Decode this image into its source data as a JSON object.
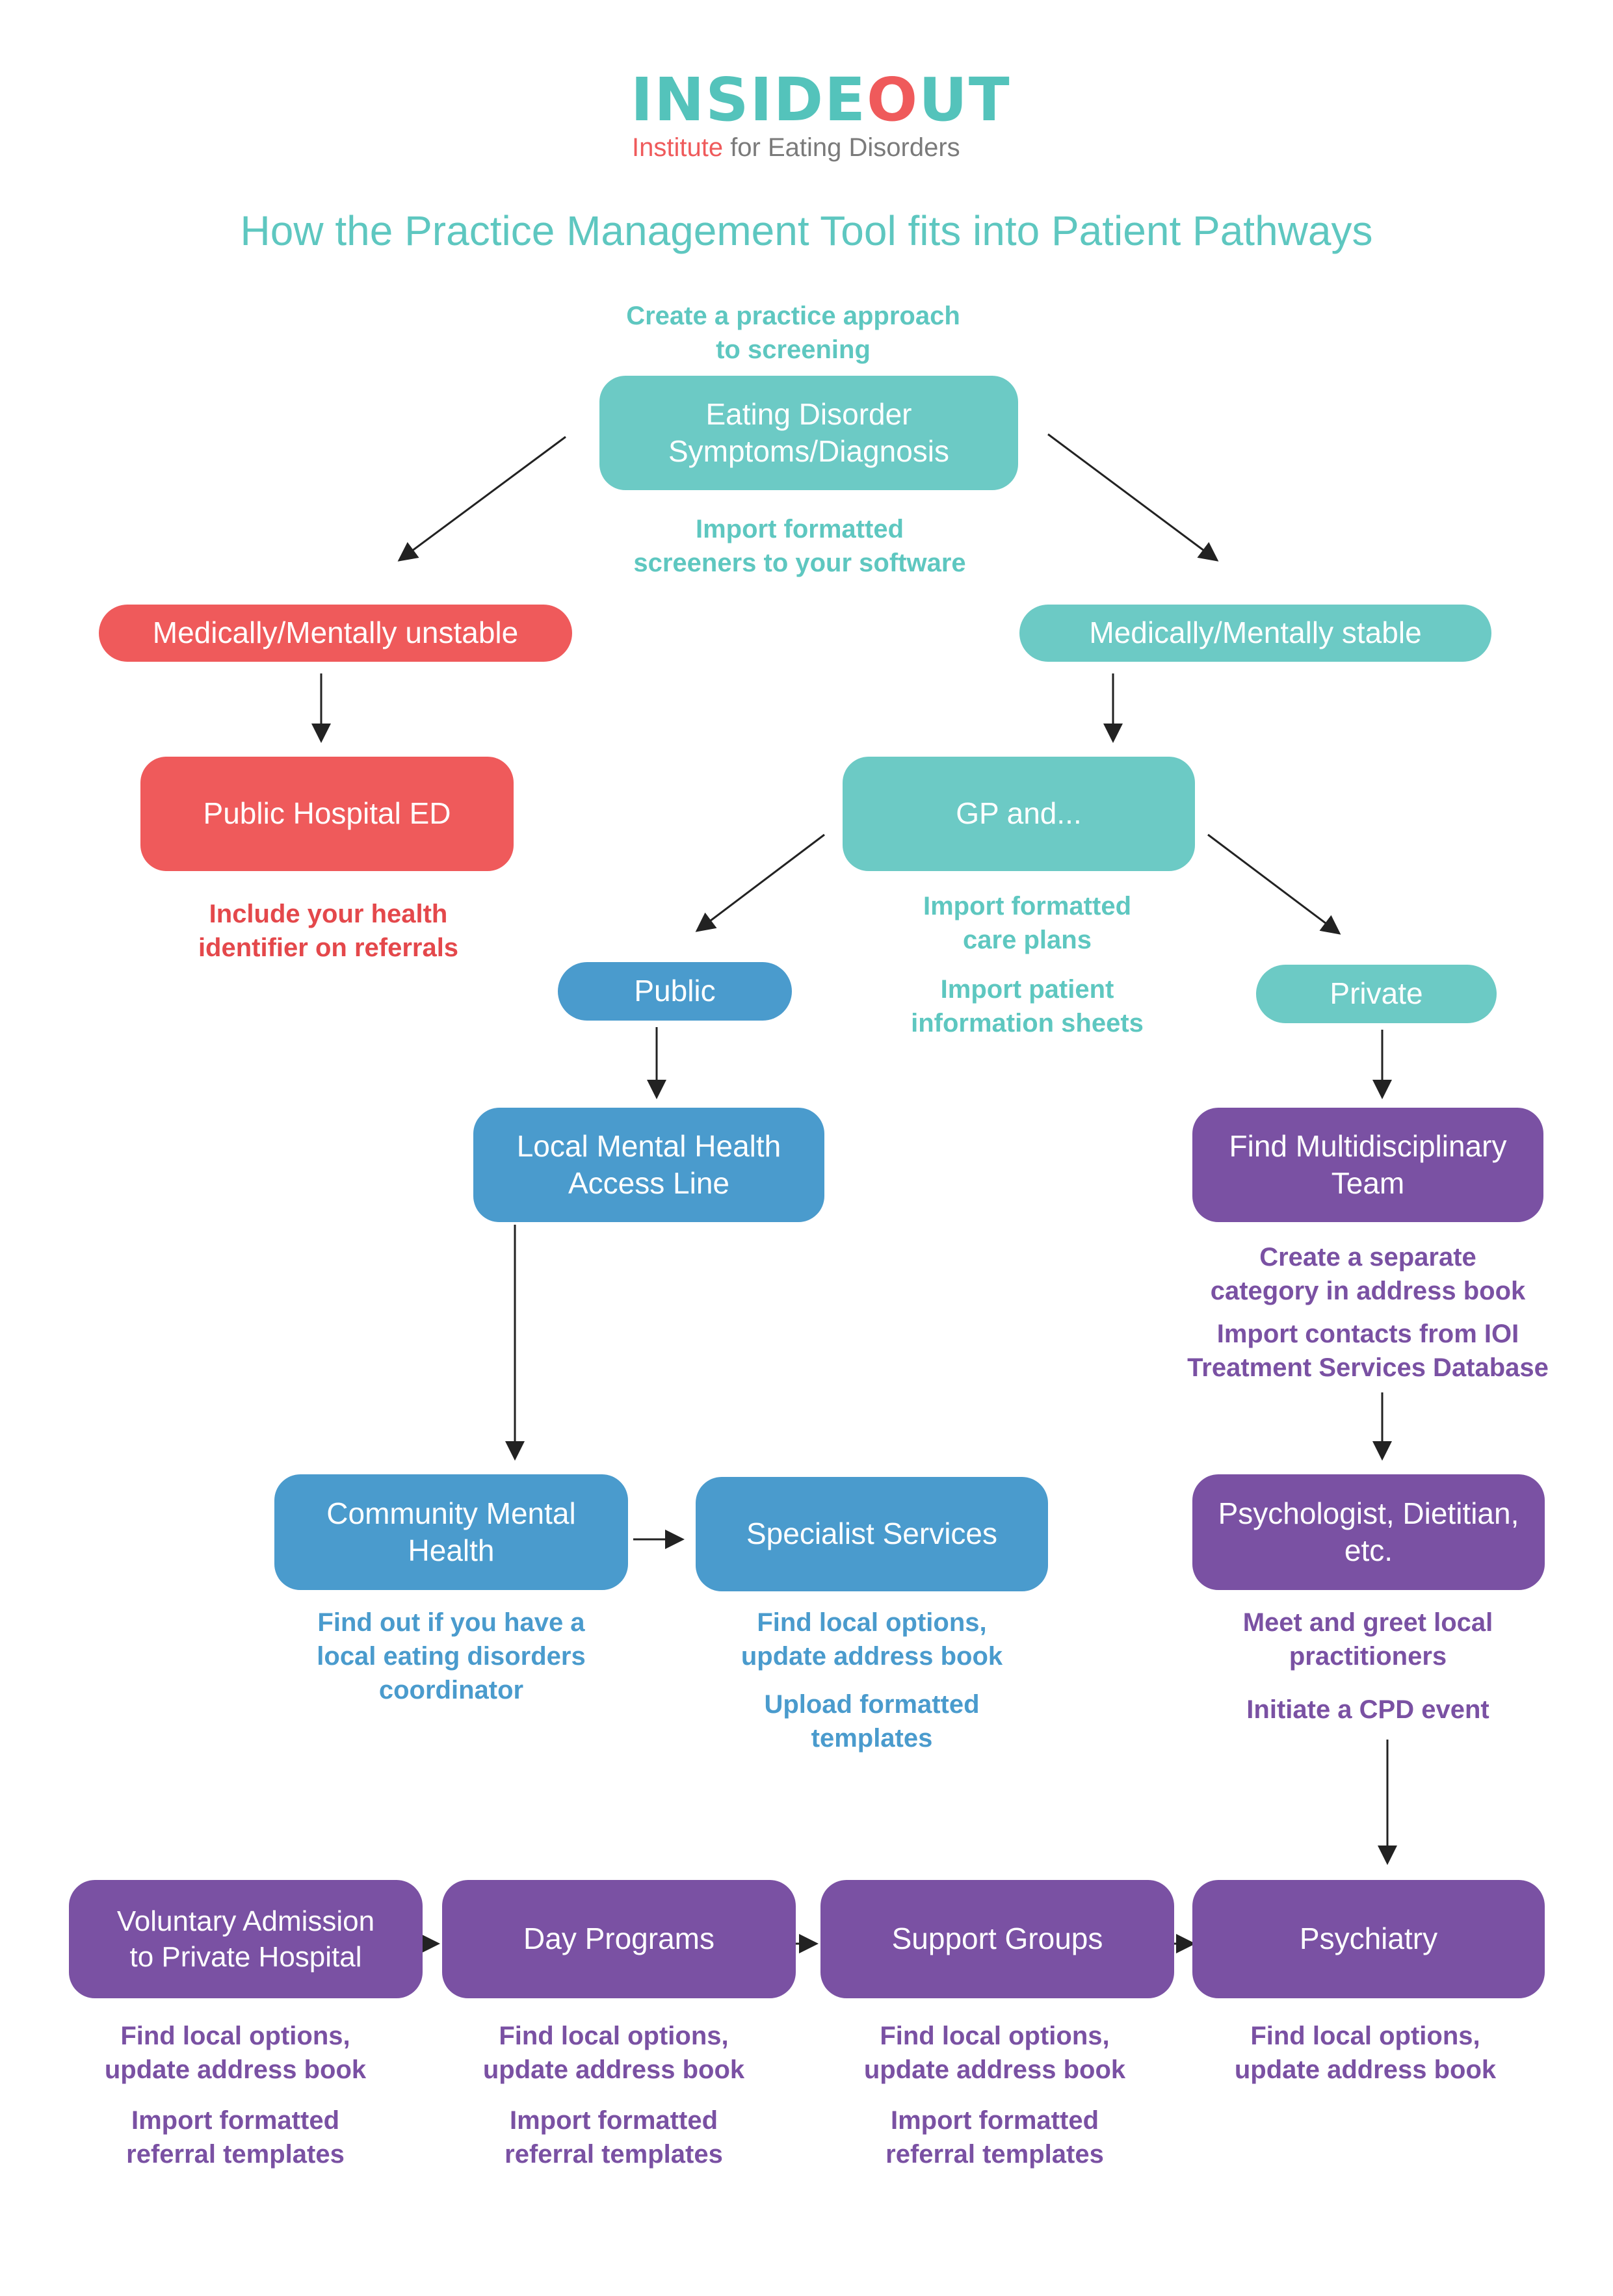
{
  "logo": {
    "word_left": "INSIDE",
    "word_o": "O",
    "word_right": "UT",
    "sub_institute": "Institute",
    "sub_rest": " for Eating Disorders"
  },
  "title": "How the Practice Management Tool fits into Patient Pathways",
  "nodes": {
    "symptoms": "Eating Disorder Symptoms/Diagnosis",
    "unstable": "Medically/Mentally unstable",
    "stable": "Medically/Mentally stable",
    "hospital_ed": "Public Hospital ED",
    "gp": "GP and...",
    "public": "Public",
    "private": "Private",
    "mental_health_line": "Local Mental Health Access Line",
    "multidisciplinary": "Find Multidisciplinary Team",
    "community": "Community Mental Health",
    "specialist": "Specialist Services",
    "psychologist": "Psychologist, Dietitian, etc.",
    "voluntary": "Voluntary Admission to Private Hospital",
    "day_programs": "Day Programs",
    "support_groups": "Support Groups",
    "psychiatry": "Psychiatry"
  },
  "notes": {
    "screening": "Create a practice approach\nto screening",
    "screeners": "Import formatted\nscreeners to your software",
    "health_identifier": "Include your health\nidentifier on referrals",
    "care_plans": "Import formatted\ncare plans",
    "info_sheets": "Import patient\ninformation sheets",
    "separate_category": "Create a separate\ncategory in address book",
    "ioi_contacts": "Import contacts from IOI\nTreatment Services Database",
    "coordinator": "Find out if you have a\nlocal eating disorders\ncoordinator",
    "specialist_options": "Find local options,\nupdate address book",
    "specialist_templates": "Upload formatted\ntemplates",
    "meet_greet": "Meet and greet local\npractitioners",
    "cpd_event": "Initiate a CPD event",
    "voluntary_options": "Find local options,\nupdate address book",
    "voluntary_templates": "Import formatted\nreferral templates",
    "day_options": "Find local options,\nupdate address book",
    "day_templates": "Import formatted\nreferral templates",
    "support_options": "Find local options,\nupdate address book",
    "support_templates": "Import formatted\nreferral templates",
    "psychiatry_options": "Find local options,\nupdate address book"
  },
  "colors": {
    "teal": "#6ccac5",
    "red": "#ef5a5b",
    "blue": "#4a9bcd",
    "purple": "#7a51a3"
  }
}
